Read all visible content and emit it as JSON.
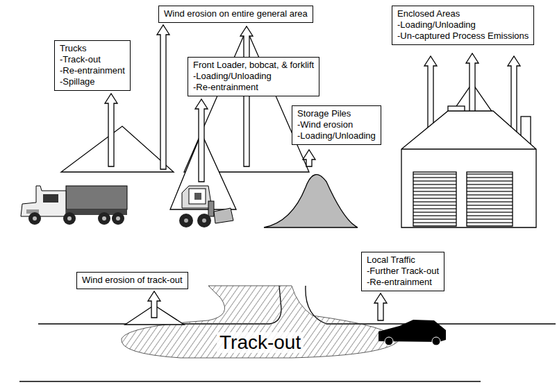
{
  "diagram": {
    "nodes": [
      {
        "text": [
          "Wind erosion on entire general area"
        ]
      },
      {
        "text": [
          "Trucks",
          "-Track-out",
          "-Re-entrainment",
          "-Spillage"
        ]
      },
      {
        "text": [
          "Front Loader, bobcat, & forklift",
          "-Loading/Unloading",
          "-Re-entrainment"
        ]
      },
      {
        "text": [
          "Storage Piles",
          "-Wind erosion",
          "-Loading/Unloading"
        ]
      },
      {
        "text": [
          "Enclosed Areas",
          "-Loading/Unloading",
          "-Un-captured Process Emissions"
        ]
      },
      {
        "text": [
          "Wind erosion of track-out"
        ]
      },
      {
        "text": [
          "Local Traffic",
          "-Further Track-out",
          "-Re-entrainment"
        ]
      }
    ],
    "edges": [],
    "labels": [
      "Track-out"
    ]
  }
}
